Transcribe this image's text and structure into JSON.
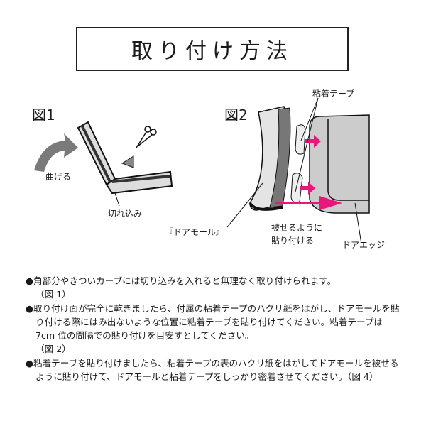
{
  "title": "取り付け方法",
  "figure1": {
    "label": "図1",
    "bend_label": "曲げる",
    "notch_label": "切れ込み"
  },
  "figure2": {
    "label": "図2",
    "tape_label": "粘着テープ",
    "molding_label": "『ドアモール』",
    "cover_label_line1": "被せるように",
    "cover_label_line2": "貼り付ける",
    "edge_label": "ドアエッジ"
  },
  "colors": {
    "accent": "#e6197a",
    "arrow_gray": "#7a7a7a"
  },
  "notes": [
    {
      "text": "●角部分やきついカーブには切り込みを入れると無理なく取り付けられます。",
      "ref": "（図 1）"
    },
    {
      "text": "●取り付け面が完全に乾きましたら、付属の粘着テープのハクリ紙をはがし、ドアモールを貼り付ける際にはみ出ないような位置に粘着テープを貼り付けてください。粘着テープは 7cm 位の間隔での貼り付けを目安すとしてください。",
      "ref": "（図 2）"
    },
    {
      "text": "●粘着テープを貼り付けましたら、粘着テープの表のハクリ紙をはがしてドアモールを被せるように貼り付けて、ドアモールと粘着テープをしっかり密着させてください。",
      "ref": "（図 4）"
    }
  ]
}
